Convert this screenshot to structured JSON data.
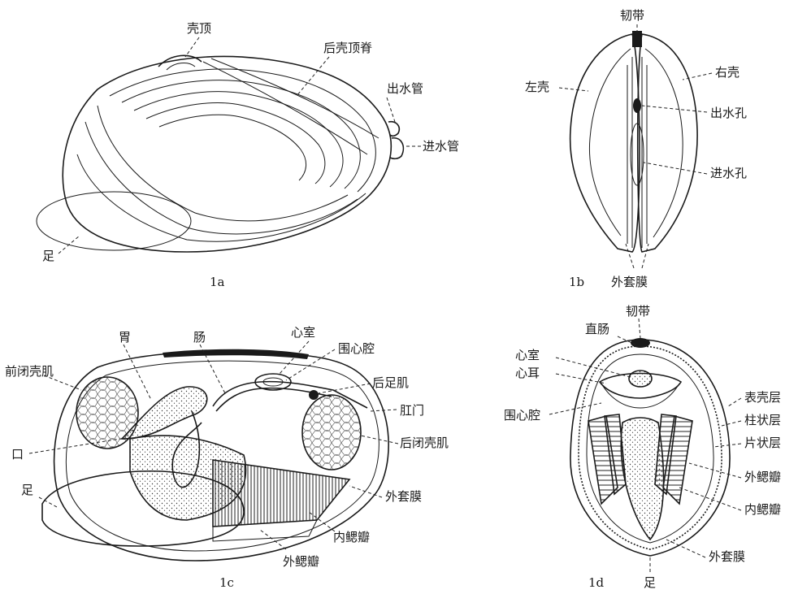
{
  "panels": {
    "p1a": {
      "caption": "1a",
      "labels": {
        "shell_top": "壳顶",
        "posterior_ridge": "后壳顶脊",
        "excurrent_siphon": "出水管",
        "incurrent_siphon": "进水管",
        "foot": "足"
      }
    },
    "p1b": {
      "caption": "1b",
      "labels": {
        "ligament": "韧带",
        "left_valve": "左壳",
        "right_valve": "右壳",
        "excurrent_aperture": "出水孔",
        "incurrent_aperture": "进水孔",
        "mantle": "外套膜"
      }
    },
    "p1c": {
      "caption": "1c",
      "labels": {
        "stomach": "胃",
        "intestine": "肠",
        "ventricle": "心室",
        "pericardium": "围心腔",
        "anterior_adductor": "前闭壳肌",
        "posterior_retractor": "后足肌",
        "anus": "肛门",
        "mouth": "口",
        "posterior_adductor": "后闭壳肌",
        "foot": "足",
        "mantle": "外套膜",
        "inner_gill": "内鳃瓣",
        "outer_gill": "外鳃瓣"
      }
    },
    "p1d": {
      "caption": "1d",
      "labels": {
        "ligament": "韧带",
        "rectum": "直肠",
        "ventricle": "心室",
        "auricle": "心耳",
        "pericardium": "围心腔",
        "periostracum": "表壳层",
        "prismatic_layer": "柱状层",
        "nacreous_layer": "片状层",
        "outer_gill": "外鳃瓣",
        "inner_gill": "内鳃瓣",
        "mantle": "外套膜",
        "foot": "足"
      }
    }
  }
}
